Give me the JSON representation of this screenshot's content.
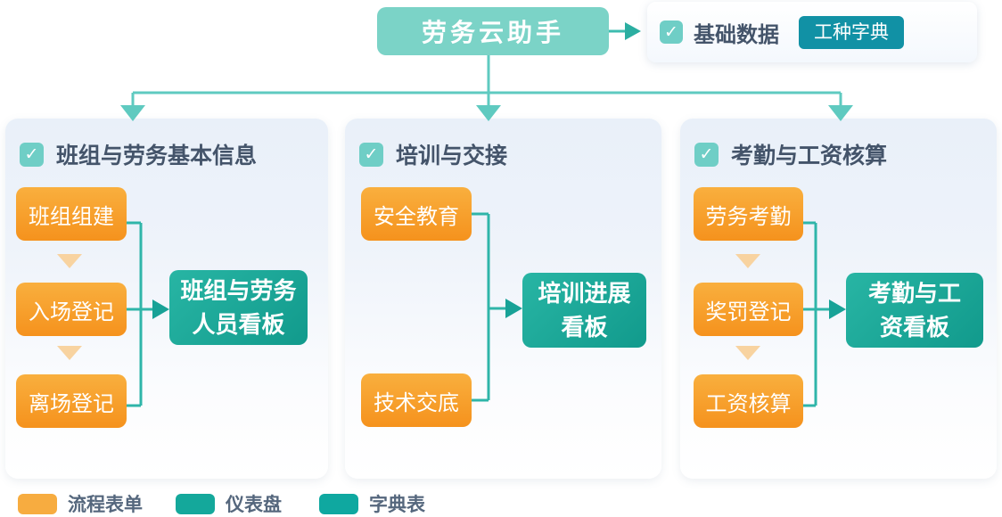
{
  "root": {
    "title": "劳务云助手"
  },
  "basic_data": {
    "label": "基础数据",
    "button": "工种字典"
  },
  "icons": {
    "check": "✓"
  },
  "panels": [
    {
      "title": "班组与劳务基本信息",
      "steps": [
        "班组组建",
        "入场登记",
        "离场登记"
      ],
      "dashboard_line1": "班组与劳务",
      "dashboard_line2": "人员看板"
    },
    {
      "title": "培训与交接",
      "steps": [
        "安全教育",
        "技术交底"
      ],
      "dashboard_line1": "培训进展",
      "dashboard_line2": "看板"
    },
    {
      "title": "考勤与工资核算",
      "steps": [
        "劳务考勤",
        "奖罚登记",
        "工资核算"
      ],
      "dashboard_line1": "考勤与工",
      "dashboard_line2": "资看板"
    }
  ],
  "legend": [
    {
      "label": "流程表单",
      "color": "#F7AC40"
    },
    {
      "label": "仪表盘",
      "color": "#14A89B"
    },
    {
      "label": "字典表",
      "color": "#0FA8A0"
    }
  ],
  "colors": {
    "root_node": "#7BD3C7",
    "checkbox": "#6FCEC6",
    "dict_button": "#1191A5",
    "step_orange_top": "#F9AF3E",
    "step_orange_bottom": "#F5921D",
    "dashboard_teal": "#17A79A",
    "connector_light": "#5FCAC0",
    "connector_dark": "#2FB5A9",
    "title_text": "#44546A"
  }
}
